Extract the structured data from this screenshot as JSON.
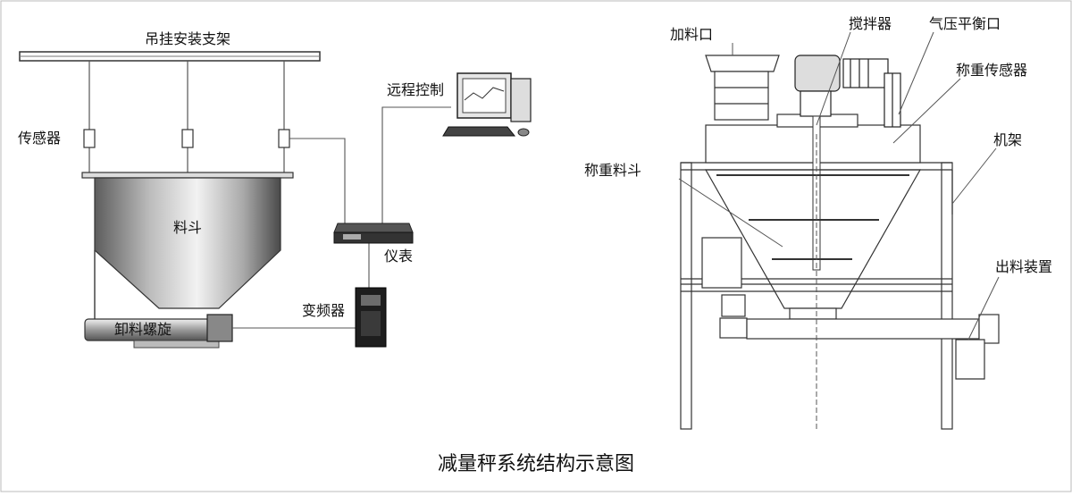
{
  "left": {
    "support_frame": "吊挂安装支架",
    "sensor": "传感器",
    "hopper": "料斗",
    "remote_control": "远程控制",
    "instrument": "仪表",
    "inverter": "变频器",
    "discharge_screw": "卸料螺旋"
  },
  "right": {
    "feed_inlet": "加料口",
    "agitator": "搅拌器",
    "pressure_balance_port": "气压平衡口",
    "weighing_sensor": "称重传感器",
    "frame": "机架",
    "weighing_hopper": "称重料斗",
    "discharge_device": "出料装置"
  },
  "caption": "减量秤系统结构示意图"
}
